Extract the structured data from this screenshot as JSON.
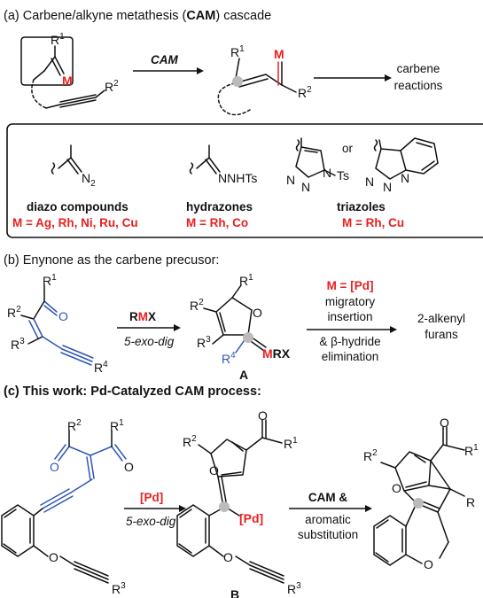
{
  "panel_a": {
    "title_pre": "(a) Carbene/alkyne metathesis (",
    "title_bold": "CAM",
    "title_post": ") cascade",
    "arrow_label": "CAM",
    "product_label": "carbene reactions",
    "product_line1": "carbene",
    "product_line2": "reactions",
    "atoms": {
      "R1": "R",
      "R1_sup": "1",
      "M": "M",
      "R2": "R",
      "R2_sup": "2"
    },
    "precursors": [
      {
        "name": "diazo compounds",
        "metals": "M = Ag, Rh, Ni, Ru, Cu",
        "group": "N",
        "group_sub": "2"
      },
      {
        "name": "hydrazones",
        "metals": "M = Rh, Co",
        "group": "NNHTs"
      },
      {
        "name": "triazoles",
        "metals": "M = Rh, Cu",
        "or": "or",
        "ts": "Ts"
      }
    ]
  },
  "panel_b": {
    "title": "(b) Enynone as the carbene precusor:",
    "reagent_pre": "R",
    "reagent_metal": "M",
    "reagent_post": "X",
    "arrow_label": "5-exo-dig",
    "metal_label": "M = [Pd]",
    "step_lines": [
      "migratory",
      "insertion",
      "& β-hydride",
      "elimination"
    ],
    "intermediate_label": "A",
    "intermediate_metal": "M",
    "intermediate_rx": "RX",
    "product_line1": "2-alkenyl",
    "product_line2": "furans",
    "atoms": {
      "O": "O",
      "R": "R",
      "s1": "1",
      "s2": "2",
      "s3": "3",
      "s4": "4"
    }
  },
  "panel_c": {
    "title": "(c) This work: Pd-Catalyzed CAM process:",
    "arrow1_top": "[Pd]",
    "arrow1_bottom": "5-exo-dig",
    "pd_label": "[Pd]",
    "arrow2_line1": "CAM &",
    "arrow2_line2": "aromatic",
    "arrow2_line3": "substitution",
    "intermediate_label": "B",
    "atoms": {
      "O": "O",
      "R": "R",
      "s1": "1",
      "s2": "2",
      "s3": "3"
    }
  },
  "colors": {
    "red": "#e8201f",
    "blue": "#2f55b5",
    "black": "#111111"
  }
}
